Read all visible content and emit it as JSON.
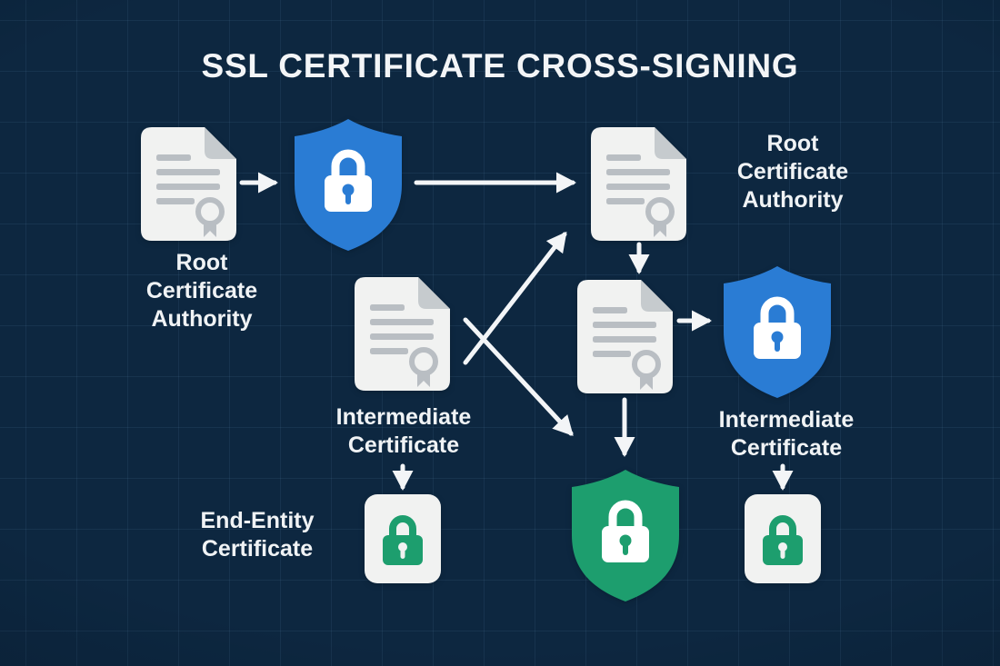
{
  "title": "SSL CERTIFICATE CROSS-SIGNING",
  "nodes": {
    "root_ca_left": {
      "icon": "certificate-document-icon",
      "label_lines": [
        "Root",
        "Certificate",
        "Authority"
      ]
    },
    "signing_shield_left": {
      "icon": "blue-shield-lock-icon"
    },
    "root_ca_right": {
      "icon": "certificate-document-icon",
      "label_lines": [
        "Root",
        "Certificate",
        "Authority"
      ]
    },
    "cross_signed_certificate": {
      "icon": "certificate-document-icon"
    },
    "signing_shield_right": {
      "icon": "blue-shield-lock-icon"
    },
    "intermediate_certificate_left": {
      "icon": "certificate-document-icon",
      "label_lines": [
        "Intermediate",
        "Certificate"
      ]
    },
    "intermediate_certificate_right": {
      "icon": "lock-badge-icon",
      "label_lines": [
        "Intermediate",
        "Certificate"
      ]
    },
    "end_entity_certificate": {
      "icon": "lock-badge-icon",
      "label_lines": [
        "End-Entity",
        "Certificate"
      ]
    },
    "trust_shield_green": {
      "icon": "green-shield-lock-icon"
    }
  },
  "colors": {
    "background": "#0d2740",
    "grid_line": "#6ea0cd",
    "title_text": "#f3f5f7",
    "label_text": "#f0f3f5",
    "arrow": "#f3f5f7",
    "document_fill": "#f1f2f1",
    "document_detail": "#b9bec3",
    "document_fold": "#c6cbce",
    "shield_blue": "#2a7cd4",
    "shield_green": "#1d9e6e",
    "lock_white": "#ffffff"
  }
}
